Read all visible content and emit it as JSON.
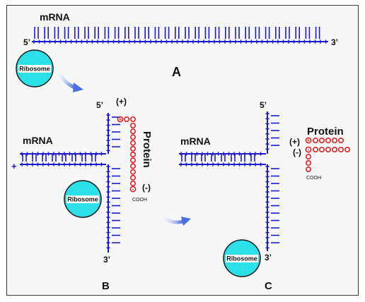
{
  "colors": {
    "strand": "#1a1ad0",
    "ribosome": "#2ce0e8",
    "protein": "#e02020",
    "arrow": "#5a80e0"
  },
  "panel_a": {
    "mrna": "mRNA",
    "five": "5’",
    "three": "3’",
    "ribosome": "Ribosome",
    "letter": "A"
  },
  "panel_b": {
    "five": "5’",
    "plus": "(+)",
    "protein": "Protein",
    "mrna": "mRNA",
    "plus_end": "+",
    "minus": "(-)",
    "cooh": "COOH",
    "ribosome": "Ribosome",
    "three": "3’",
    "letter": "B"
  },
  "panel_c": {
    "five": "5’",
    "mrna": "mRNA",
    "protein": "Protein",
    "plus": "(+)",
    "minus": "(-)",
    "cooh": "COOH",
    "ribosome": "Ribosome",
    "three": "3’",
    "letter": "C"
  },
  "icons": [
    "curved-arrow-icon",
    "curved-arrow-icon"
  ]
}
